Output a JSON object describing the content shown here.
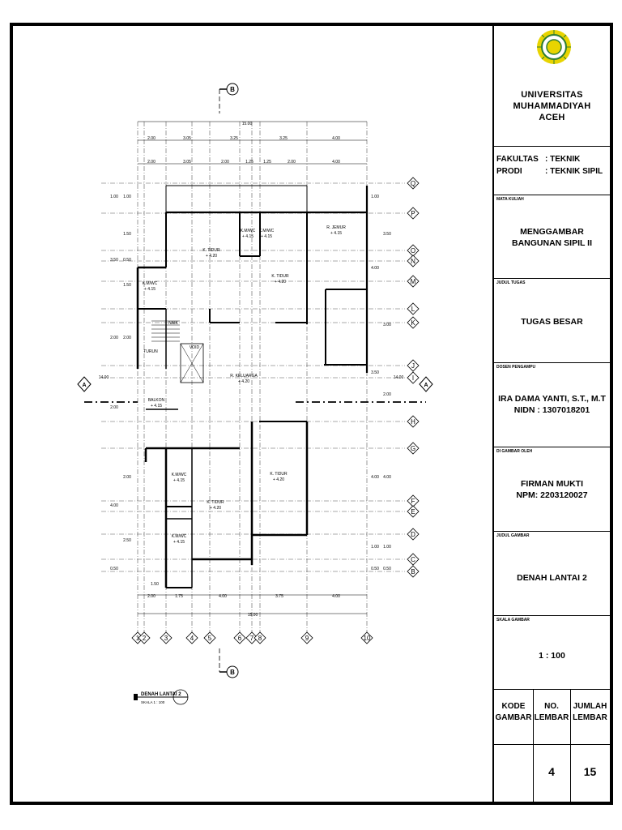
{
  "plan": {
    "section_marker": "B",
    "top_total": "15.00",
    "top_dims_1": [
      "2.00",
      "3.05",
      "3.25",
      "3.25",
      "4.00"
    ],
    "top_dims_2": [
      "2.00",
      "3.05",
      "2.00",
      "1.25",
      "1.25",
      "2.00",
      "4.00"
    ],
    "bottom_dims": [
      "2.00",
      "1.75",
      "4.00",
      "3.75",
      "4.00"
    ],
    "bottom_total": "15.00",
    "bottom_small": "1.50",
    "left_dims": [
      "1.00",
      "1.00",
      "1.50",
      "3.50",
      "0.50",
      "1.50",
      "2.00",
      "2.00",
      "14.00",
      "2.00",
      "2.00",
      "4.00",
      "2.50",
      "0.50"
    ],
    "right_dims": [
      "1.00",
      "3.50",
      "4.00",
      "3.00",
      "3.50",
      "14.00",
      "2.00",
      "4.00",
      "4.00",
      "1.00",
      "1.00",
      "0.50",
      "0.50"
    ],
    "grid_rows": [
      "Q",
      "P",
      "O",
      "N",
      "M",
      "L",
      "K",
      "J",
      "I",
      "H",
      "G",
      "F",
      "E",
      "D",
      "C",
      "B"
    ],
    "grid_cols": [
      "1",
      "2",
      "3",
      "4",
      "5",
      "6",
      "7",
      "8",
      "9",
      "10"
    ],
    "section_a": "A",
    "rooms": [
      {
        "name": "R. JEMUR",
        "level": "+ 4.15"
      },
      {
        "name": "K.M/WC",
        "level": "+ 4.15"
      },
      {
        "name": "K.M/WC",
        "level": "+ 4.15"
      },
      {
        "name": "K. TIDUR",
        "level": "+ 4.20"
      },
      {
        "name": "K. TIDUR",
        "level": "+ 4.20"
      },
      {
        "name": "K.M/WC",
        "level": "+ 4.15"
      },
      {
        "name": "TURUN",
        "level": ""
      },
      {
        "name": "NAIK",
        "level": ""
      },
      {
        "name": "VOID",
        "level": ""
      },
      {
        "name": "R. KELUARGA",
        "level": "+ 4.20"
      },
      {
        "name": "BALKON",
        "level": "+ 4.15"
      },
      {
        "name": "K.M/WC",
        "level": "+ 4.15"
      },
      {
        "name": "K. TIDUR",
        "level": "+ 4.20"
      },
      {
        "name": "K. TIDUR",
        "level": "+ 4.20"
      },
      {
        "name": "K.M/WC",
        "level": "+ 4.15"
      }
    ],
    "caption_title": "DENAH LANTAI 2",
    "caption_scale": "SKALA 1 : 100"
  },
  "titleblock": {
    "university": [
      "UNIVERSITAS",
      "MUHAMMADIYAH",
      "ACEH"
    ],
    "fakultas_label": "FAKULTAS",
    "fakultas_value": ": TEKNIK",
    "prodi_label": "PRODI",
    "prodi_value": ": TEKNIK SIPIL",
    "mata_kuliah_hdr": "MATA KULIAH",
    "mata_kuliah": [
      "MENGGAMBAR",
      "BANGUNAN SIPIL II"
    ],
    "judul_tugas_hdr": "JUDUL TUGAS",
    "judul_tugas": "TUGAS BESAR",
    "dosen_hdr": "DOSEN PENGAMPU",
    "dosen": [
      "IRA DAMA YANTI, S.T., M.T",
      "NIDN : 1307018201"
    ],
    "digambar_hdr": "DI GAMBAR OLEH",
    "digambar": [
      "FIRMAN MUKTI",
      "NPM: 2203120027"
    ],
    "judul_gambar_hdr": "JUDUL GAMBAR",
    "judul_gambar": "DENAH LANTAI 2",
    "skala_hdr": "SKALA GAMBAR",
    "skala": "1 : 100",
    "kode_label": [
      "KODE",
      "GAMBAR"
    ],
    "no_label": [
      "NO.",
      "LEMBAR"
    ],
    "jumlah_label": [
      "JUMLAH",
      "LEMBAR"
    ],
    "no_value": "4",
    "jumlah_value": "15",
    "logo_color": "#e8d400",
    "logo_ring": "#2e7d32",
    "icon": "university-seal-icon"
  }
}
